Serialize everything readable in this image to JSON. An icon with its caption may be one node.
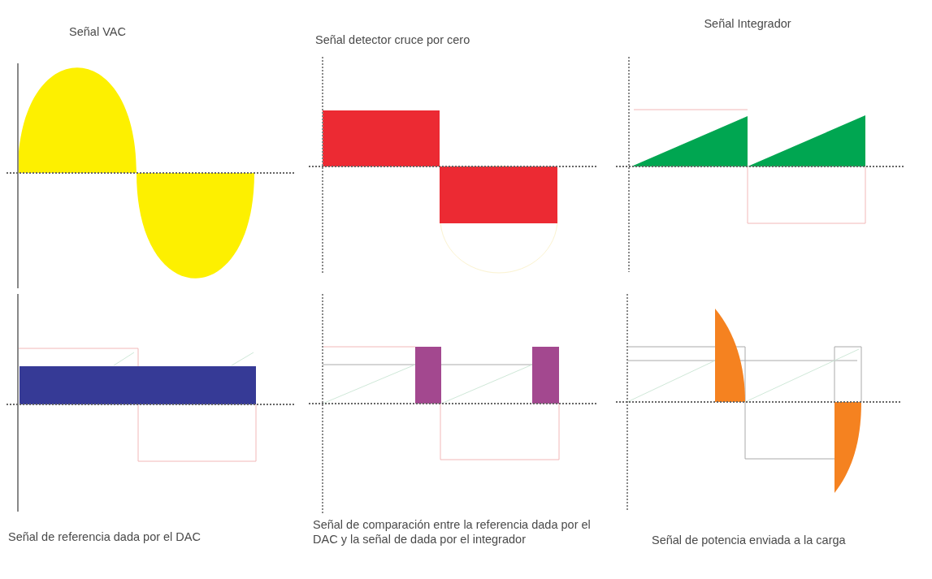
{
  "diagram": {
    "labels": [
      "Señal VAC",
      "Señal detector cruce por cero",
      "Señal Integrador",
      "Señal de referencia dada por el DAC",
      "Señal de comparación entre la referencia dada por el DAC y la señal de dada por el integrador",
      "Señal de potencia enviada a la carga"
    ]
  }
}
